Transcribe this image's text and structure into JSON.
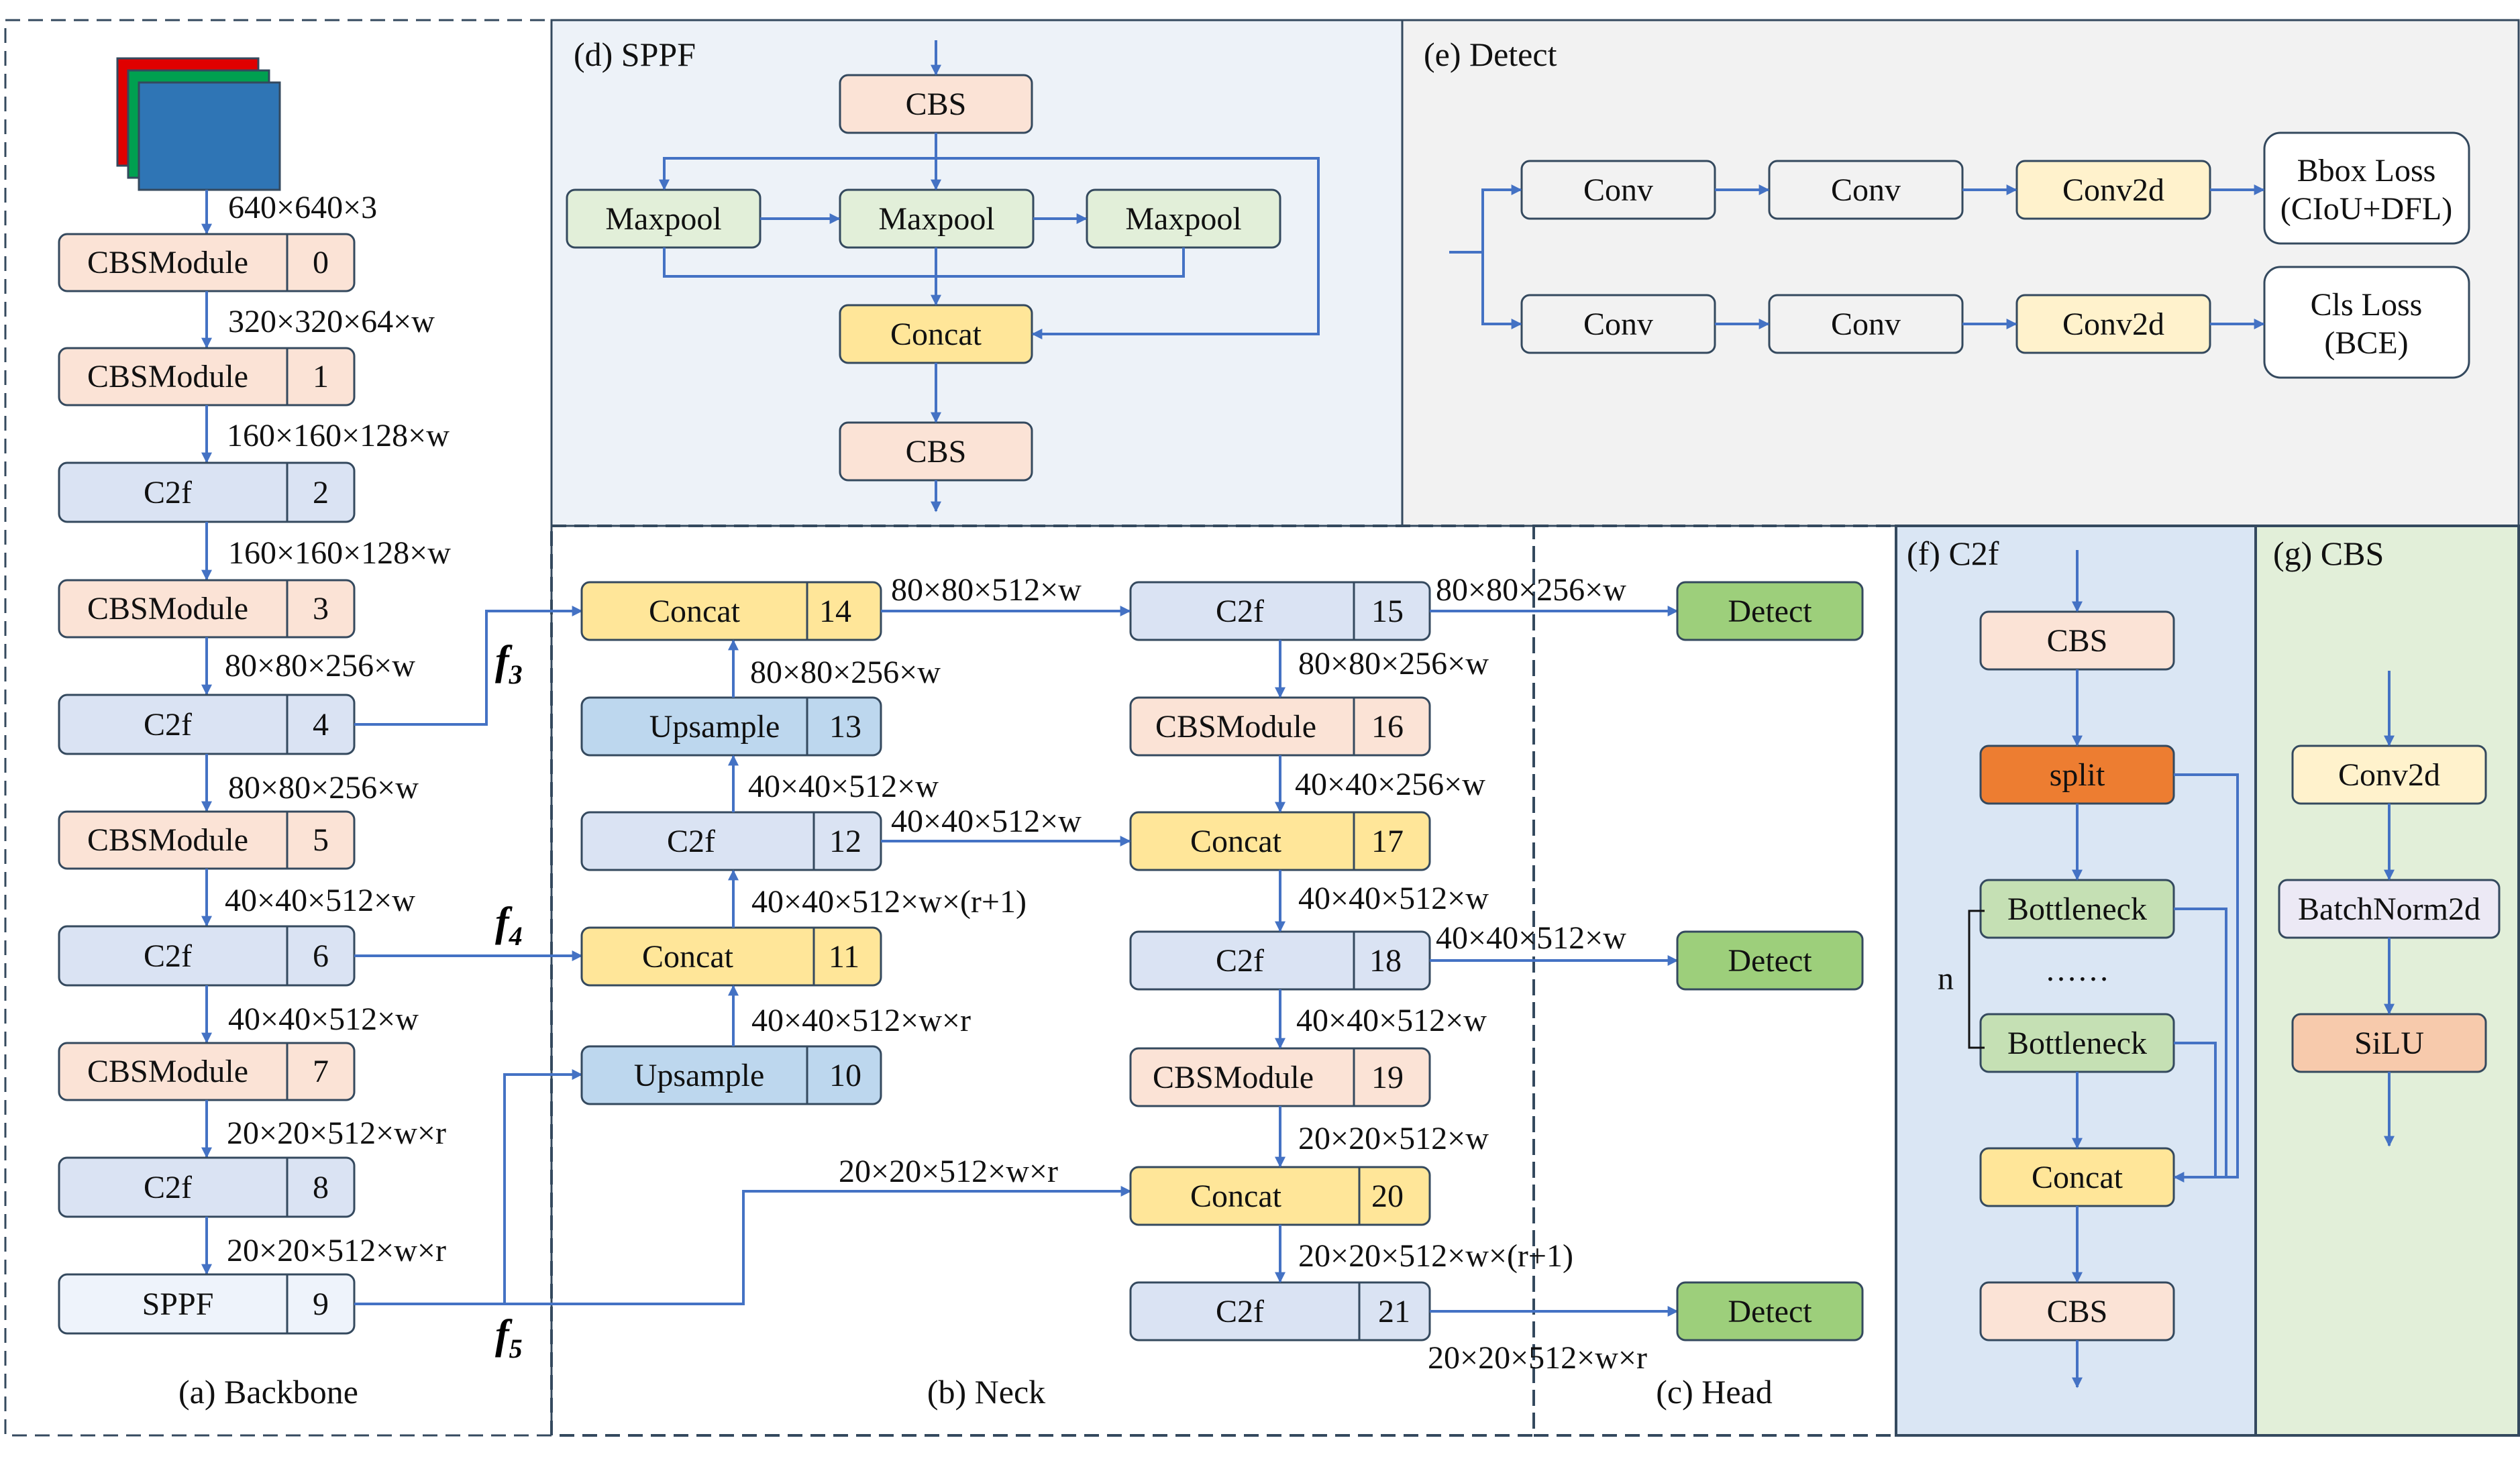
{
  "colors": {
    "orange_block": "#fbe3d6",
    "blue_block": "#dae3f3",
    "light_block": "#eef3fb",
    "yellow_block": "#ffe699",
    "mid_blue_block": "#bdd7ee",
    "green_block": "#9dcf7b",
    "light_green_block": "#e2efd9",
    "cream_block": "#fff2cc",
    "lavender_block": "#ece9f5",
    "salmon_block": "#f7caac",
    "split_block": "#ed7d31",
    "stroke": "#34495e",
    "arrow": "#4472c4",
    "bg_sppf": "#edf2f8",
    "bg_detect": "#f2f2f2",
    "bg_c2f": "#dae6f4",
    "bg_cbs": "#e2efd9"
  },
  "backbone": {
    "label": "(a) Backbone",
    "input_shape": "640×640×3",
    "blocks": [
      {
        "name": "CBSModule",
        "index": "0",
        "out": "320×320×64×w"
      },
      {
        "name": "CBSModule",
        "index": "1",
        "out": "160×160×128×w"
      },
      {
        "name": "C2f",
        "index": "2",
        "out": "160×160×128×w"
      },
      {
        "name": "CBSModule",
        "index": "3",
        "out": "80×80×256×w"
      },
      {
        "name": "C2f",
        "index": "4",
        "out": "80×80×256×w"
      },
      {
        "name": "CBSModule",
        "index": "5",
        "out": "40×40×512×w"
      },
      {
        "name": "C2f",
        "index": "6",
        "out": "40×40×512×w"
      },
      {
        "name": "CBSModule",
        "index": "7",
        "out": "20×20×512×w×r"
      },
      {
        "name": "C2f",
        "index": "8",
        "out": "20×20×512×w×r"
      },
      {
        "name": "SPPF",
        "index": "9",
        "out": ""
      }
    ],
    "features": [
      {
        "name": "f",
        "sub": "3"
      },
      {
        "name": "f",
        "sub": "4"
      },
      {
        "name": "f",
        "sub": "5"
      }
    ]
  },
  "neck": {
    "label": "(b) Neck",
    "blocks": {
      "b14": {
        "name": "Concat",
        "index": "14"
      },
      "b13": {
        "name": "Upsample",
        "index": "13"
      },
      "b12": {
        "name": "C2f",
        "index": "12"
      },
      "b11": {
        "name": "Concat",
        "index": "11"
      },
      "b10": {
        "name": "Upsample",
        "index": "10"
      },
      "b15": {
        "name": "C2f",
        "index": "15"
      },
      "b16": {
        "name": "CBSModule",
        "index": "16"
      },
      "b17": {
        "name": "Concat",
        "index": "17"
      },
      "b18": {
        "name": "C2f",
        "index": "18"
      },
      "b19": {
        "name": "CBSModule",
        "index": "19"
      },
      "b20": {
        "name": "Concat",
        "index": "20"
      },
      "b21": {
        "name": "C2f",
        "index": "21"
      }
    },
    "dims": {
      "d14_15": "80×80×512×w",
      "d13_14": "80×80×256×w",
      "d12_13": "40×40×512×w",
      "d12_17": "40×40×512×w",
      "d11_12": "40×40×512×w×(r+1)",
      "d10_11": "40×40×512×w×r",
      "d15_16": "80×80×256×w",
      "d16_17": "40×40×256×w",
      "d17_18": "40×40×512×w",
      "d18_19": "40×40×512×w",
      "d19_20": "20×20×512×w",
      "d9_20": "20×20×512×w×r",
      "d20_21": "20×20×512×w×(r+1)"
    }
  },
  "head": {
    "label": "(c) Head",
    "detect_label": "Detect",
    "dims": {
      "d15": "80×80×256×w",
      "d18": "40×40×512×w",
      "d21": "20×20×512×w×r"
    }
  },
  "sppf": {
    "title": "(d) SPPF",
    "cbs": "CBS",
    "maxpool": "Maxpool",
    "concat": "Concat"
  },
  "detect": {
    "title": "(e) Detect",
    "conv": "Conv",
    "conv2d": "Conv2d",
    "bbox_loss": "Bbox Loss",
    "bbox_loss_detail": "(CIoU+DFL)",
    "cls_loss": "Cls Loss",
    "cls_loss_detail": "(BCE)"
  },
  "c2f": {
    "title": "(f) C2f",
    "cbs": "CBS",
    "split": "split",
    "bottleneck": "Bottleneck",
    "dots": "……",
    "n": "n",
    "concat": "Concat"
  },
  "cbs_module": {
    "title": "(g) CBS",
    "conv2d": "Conv2d",
    "batchnorm": "BatchNorm2d",
    "silu": "SiLU"
  }
}
